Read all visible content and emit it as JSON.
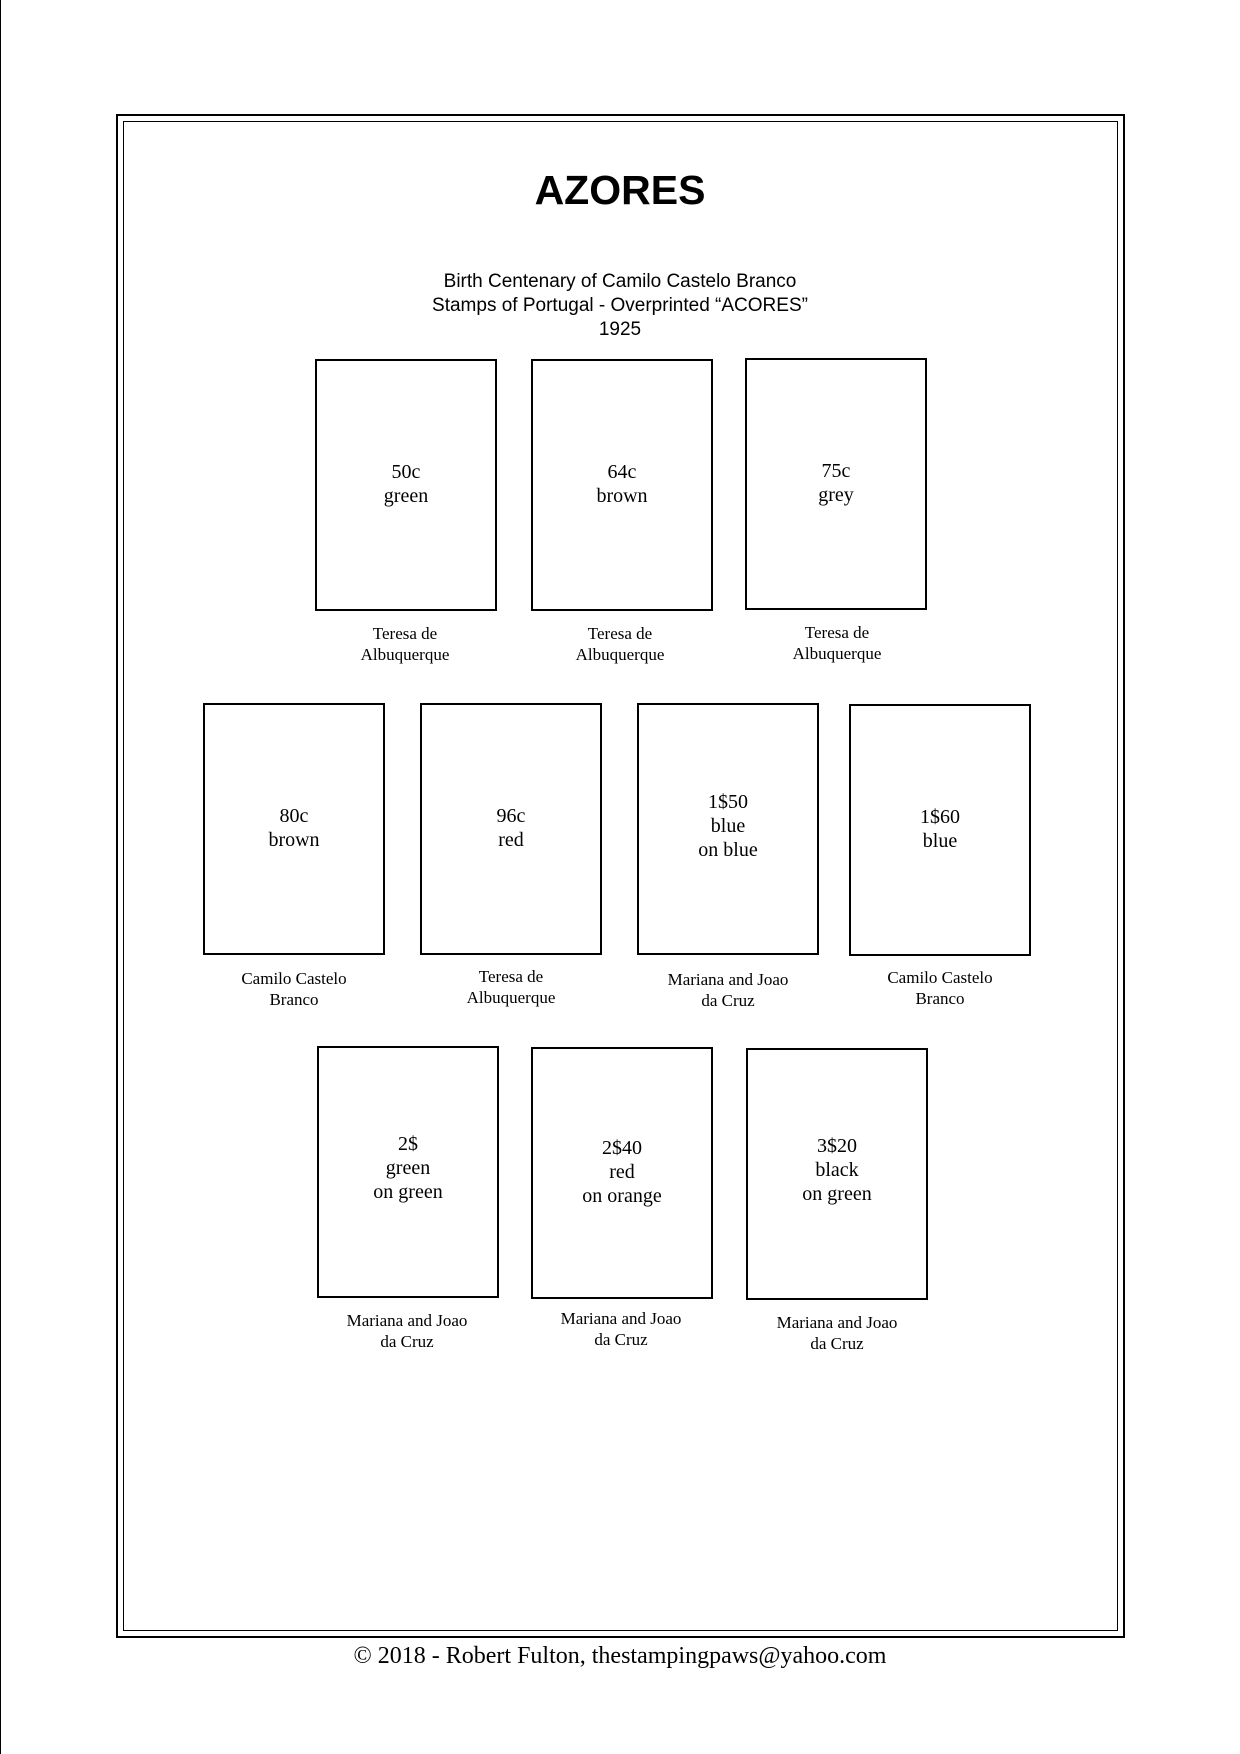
{
  "page": {
    "title": "AZORES",
    "subtitle_lines": [
      "Birth Centenary of Camilo Castelo Branco",
      "Stamps of Portugal - Overprinted “ACORES”",
      "1925"
    ]
  },
  "stamps": [
    {
      "value": "50c",
      "lines": [
        "green"
      ],
      "caption": [
        "Teresa de",
        "Albuquerque"
      ]
    },
    {
      "value": "64c",
      "lines": [
        "brown"
      ],
      "caption": [
        "Teresa de",
        "Albuquerque"
      ]
    },
    {
      "value": "75c",
      "lines": [
        "grey"
      ],
      "caption": [
        "Teresa de",
        "Albuquerque"
      ]
    },
    {
      "value": "80c",
      "lines": [
        "brown"
      ],
      "caption": [
        "Camilo Castelo",
        "Branco"
      ]
    },
    {
      "value": "96c",
      "lines": [
        "red"
      ],
      "caption": [
        "Teresa de",
        "Albuquerque"
      ]
    },
    {
      "value": "1$50",
      "lines": [
        "blue",
        "on blue"
      ],
      "caption": [
        "Mariana and Joao",
        "da Cruz"
      ]
    },
    {
      "value": "1$60",
      "lines": [
        "blue"
      ],
      "caption": [
        "Camilo Castelo",
        "Branco"
      ]
    },
    {
      "value": "2$",
      "lines": [
        "green",
        "on green"
      ],
      "caption": [
        "Mariana and Joao",
        "da Cruz"
      ]
    },
    {
      "value": "2$40",
      "lines": [
        "red",
        "on orange"
      ],
      "caption": [
        "Mariana and Joao",
        "da Cruz"
      ]
    },
    {
      "value": "3$20",
      "lines": [
        "black",
        "on green"
      ],
      "caption": [
        "Mariana and Joao",
        "da Cruz"
      ]
    }
  ],
  "footer": {
    "text": "© 2018 -  Robert Fulton, thestampingpaws@yahoo.com"
  }
}
